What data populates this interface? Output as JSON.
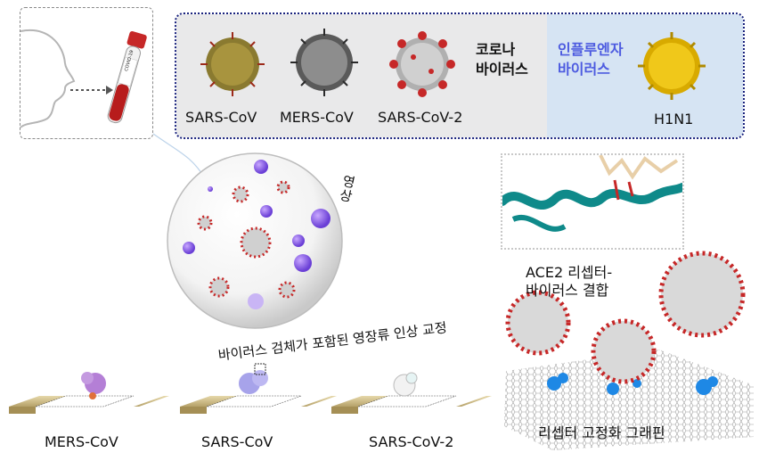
{
  "corona": {
    "title_line1": "코로나",
    "title_line2": "바이러스",
    "viruses": [
      {
        "label": "SARS-CoV"
      },
      {
        "label": "MERS-CoV"
      },
      {
        "label": "SARS-CoV-2"
      }
    ]
  },
  "influenza": {
    "title_line1": "인플루엔자",
    "title_line2": "바이러스",
    "virus_label": "H1N1"
  },
  "sample_tube_text": "COVID-19",
  "fluid": {
    "curved_label_top": "영상",
    "curved_label_bottom": "바이러스 검체가 포함된 영장류 인상 교정"
  },
  "insert": {
    "caption_line1": "ACE2 리셉터-",
    "caption_line2": "바이러스 결합"
  },
  "graphene": {
    "label": "리셉터 고정화 그래핀"
  },
  "devices": [
    {
      "label": "MERS-CoV"
    },
    {
      "label": "SARS-CoV"
    },
    {
      "label": "SARS-CoV-2"
    }
  ],
  "colors": {
    "panel_border": "#1a237e",
    "flu_title": "#4d5be0",
    "corona_red": "#c62828",
    "flu_yellow": "#e0b400",
    "protein_teal": "#0f8a8a",
    "receptor_blue": "#1e88e5"
  }
}
